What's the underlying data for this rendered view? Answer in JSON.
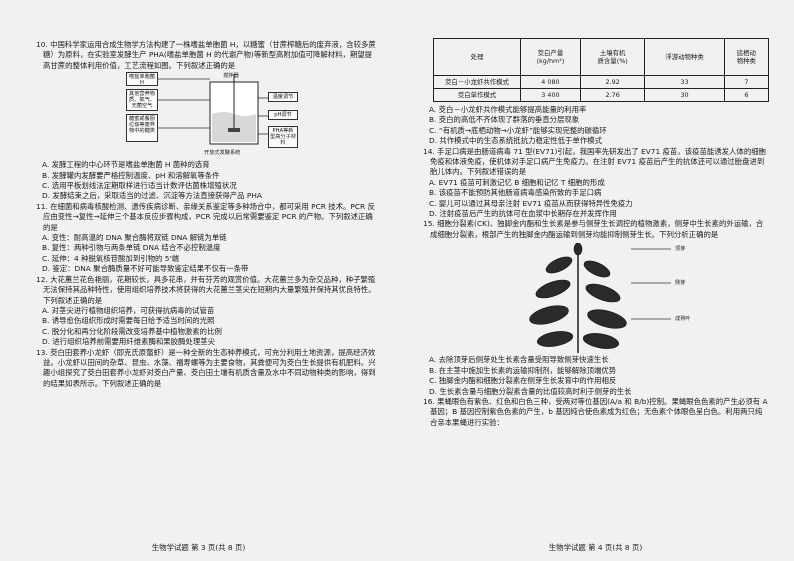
{
  "left": {
    "q10": {
      "stem": "10. 中国科学家运用合成生物学方法构建了一株嗜盐单胞菌 H，以糖蜜（甘蔗榨糖后的废弃液，含较多蔗糖）为原料，在实验室发酵生产 PHA(嗜盐单胞菌 H 的代谢产物)等新型高附加值可降解材料，期望提高甘蔗的整体利用价值，工艺流程如图。下列叙述正确的是",
      "figure": {
        "box_a": "嗜盐单胞菌H",
        "box_b": "其他营养物质、氧气、无菌空气",
        "box_c": "糖蜜或餐厨垃圾等废弃物中的糖类",
        "box_d": "搅拌器",
        "box_e": "温度调节",
        "box_f": "pH调节",
        "box_g": "PHA等新型高分子材料",
        "caption": "开放式发酵系统"
      },
      "options": [
        "A. 发酵工程的中心环节是嗜盐单胞菌 H 菌种的选育",
        "B. 发酵罐内发酵要严格控制温度、pH 和溶解氧等条件",
        "C. 选用平板划线法定期取样进行适当计数评估菌株增殖状况",
        "D. 发酵结束之后，采取适当的过滤、沉淀等方法直接获得产品 PHA"
      ]
    },
    "q11": {
      "stem": "11. 在細菌和病毒核酸检测、遗传疾病诊断、亲缘关系鉴定等多种场合中，都可采用 PCR 技术。PCR 反应由变性→复性→延伸三个基本反应步骤构成，PCR 完成以后常需要鉴定 PCR 的产物。下列叙述正确的是",
      "options": [
        "A. 变性：耐高温的 DNA 聚合酶将双链 DNA 解链为单链",
        "B. 复性：两种引物与两条单链 DNA 结合不必控制温度",
        "C. 延伸：4 种脱氧核苷酸加到引物的 5'端",
        "D. 鉴定：DNA 聚合酶质量不好可能导致鉴定结果不仅有一条带"
      ]
    },
    "q12": {
      "stem": "12. 大花蕙兰花色艳丽，花期较长，具多花串，并有芬芳的观赏价值。大花蕙兰多为杂交品种，种子繁殖无法保持其品种特性，使用组织培养技术将获得的大花蕙兰茎尖在短期内大量繁殖并保持其优良特性。下列叙述正确的是",
      "options": [
        "A. 对茎尖进行植物组织培养，可获得抗病毒的试管苗",
        "B. 诱导愈伤组织形成时需要每日给予适当时间的光照",
        "C. 脱分化和再分化阶段需改变培养基中植物激素的比例",
        "D. 进行组织培养前需要用纤维素酶和果胶酶处理茎尖"
      ]
    },
    "q13": {
      "stem": "13. 茭白田套养小龙虾（即克氏原螯虾）是一种全新的生态种养模式，可充分利用土地资源，提高经济效益。小龙虾以田间的杂草、昆虫、水藻、福寿螺等为主要食物，其粪便可为茭白生长提供有机肥料。兴趣小组探究了茭白田套养小龙虾对茭白产量、茭白田土壤有机质含量及水中不同动物种类的影响，得到的结果如表所示。下列叙述正确的是"
    },
    "footer": "生物学试题  第 3 页(共 8 页)"
  },
  "right": {
    "table": {
      "headers": [
        "处理",
        "茭白产量\n(kg/hm²)",
        "土壤有机\n质含量(%)",
        "浮游动物种类",
        "底栖动\n物种类"
      ],
      "rows": [
        [
          "茭白－小龙虾共作模式",
          "4 080",
          "2.92",
          "33",
          "7"
        ],
        [
          "茭白单作模式",
          "3 400",
          "2.76",
          "30",
          "6"
        ]
      ]
    },
    "q13_options": [
      "A. 茭白－小龙虾共作模式能够提高能量的利用率",
      "B. 茭白的高低不齐体现了群落的垂直分层现象",
      "C. “有机质→底栖动物→小龙虾”能够实现完整的碳循环",
      "D. 共作模式中的生态系统抵抗力稳定性低于单作模式"
    ],
    "q14": {
      "stem": "14. 手足口病是由肠道病毒 71 型(EV71)引起，我国率先研发出了 EV71 疫苗，该疫苗能诱发人体的细胞免疫和体液免疫，使机体对手足口病产生免疫力。在注射 EV71 疫苗后产生的抗体还可以通过胎盘进到胎儿体内。下列叙述错误的是",
      "options": [
        "A. EV71 疫苗可刺激记忆 B 细胞和记忆 T 细胞的形成",
        "B. 该疫苗不能预防其他肠道病毒感染所致的手足口病",
        "C. 婴儿可以通过其母亲注射 EV71 疫苗从而获得特异性免疫力",
        "D. 注射疫苗后产生的抗体可在血浆中长期存在并发挥作用"
      ]
    },
    "q15": {
      "stem": "15. 细胞分裂素(CK)、独脚金内酯和生长素是参与侧芽生长调控的植物激素，侧芽中生长素的外运输，合成细胞分裂素，根部产生的独脚金内酯运输到侧芽均能抑制侧芽生长。下列分析正确的是",
      "figure": {
        "label_top": "顶芽",
        "label_mid": "侧芽",
        "label_bottom": "成熟叶"
      },
      "options": [
        "A. 去除顶芽后侧芽处生长素含量受阻导致侧芽快速生长",
        "B. 在主茎中施加生长素的运输抑制剂，能够解除顶端优势",
        "C. 独脚金内酯和细胞分裂素在侧芽生长发育中的作用相反",
        "D. 生长素含量与细胞分裂素含量的比值较高时利于侧芽的生长"
      ]
    },
    "q16": {
      "stem": "16. 果蝇眼色有紫色、红色和白色三种，受两对等位基因(A/a 和 B/b)控制。果蝇眼色色素的产生必须有 A 基因；B 基因控制紫色色素的产生，b 基因纯合使色素成为红色；无色素个体眼色呈白色。利用两只纯合亲本果蝇进行实验："
    },
    "footer": "生物学试题  第 4 页(共 8 页)"
  }
}
